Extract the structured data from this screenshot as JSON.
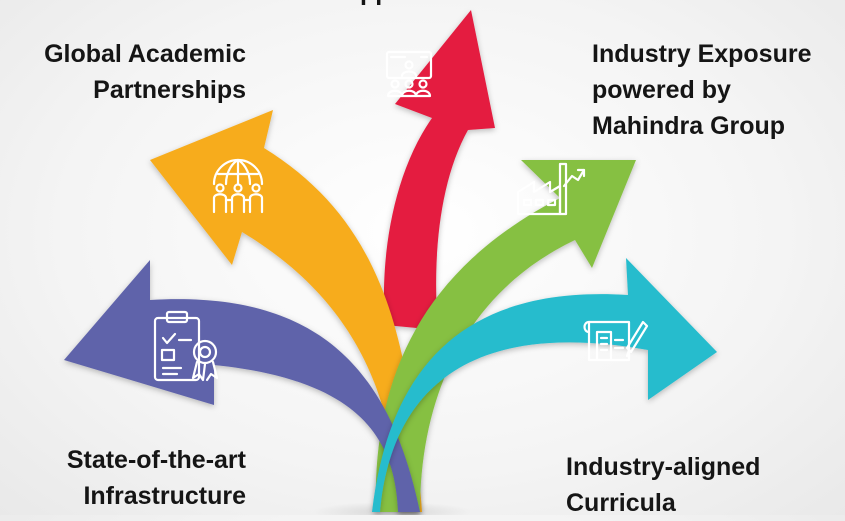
{
  "diagram": {
    "labels": {
      "top": "Opportunities",
      "top_left_line1": "Global Academic",
      "top_left_line2": "Partnerships",
      "top_right_line1": "Industry Exposure",
      "top_right_line2": "powered by",
      "top_right_line3": "Mahindra Group",
      "bottom_left_line1": "State-of-the-art",
      "bottom_left_line2": "Infrastructure",
      "bottom_right_line1": "Industry-aligned",
      "bottom_right_line2": "Curricula"
    },
    "arrows": [
      {
        "name": "purple-arrow",
        "color": "#5f63aa",
        "icon": "clipboard-certificate-icon"
      },
      {
        "name": "orange-arrow",
        "color": "#f7ac1b",
        "icon": "global-network-people-icon"
      },
      {
        "name": "red-arrow",
        "color": "#e41c3f",
        "icon": "presentation-audience-icon"
      },
      {
        "name": "green-arrow",
        "color": "#86c043",
        "icon": "factory-growth-icon"
      },
      {
        "name": "teal-arrow",
        "color": "#25bccd",
        "icon": "blueprint-building-icon"
      }
    ]
  }
}
